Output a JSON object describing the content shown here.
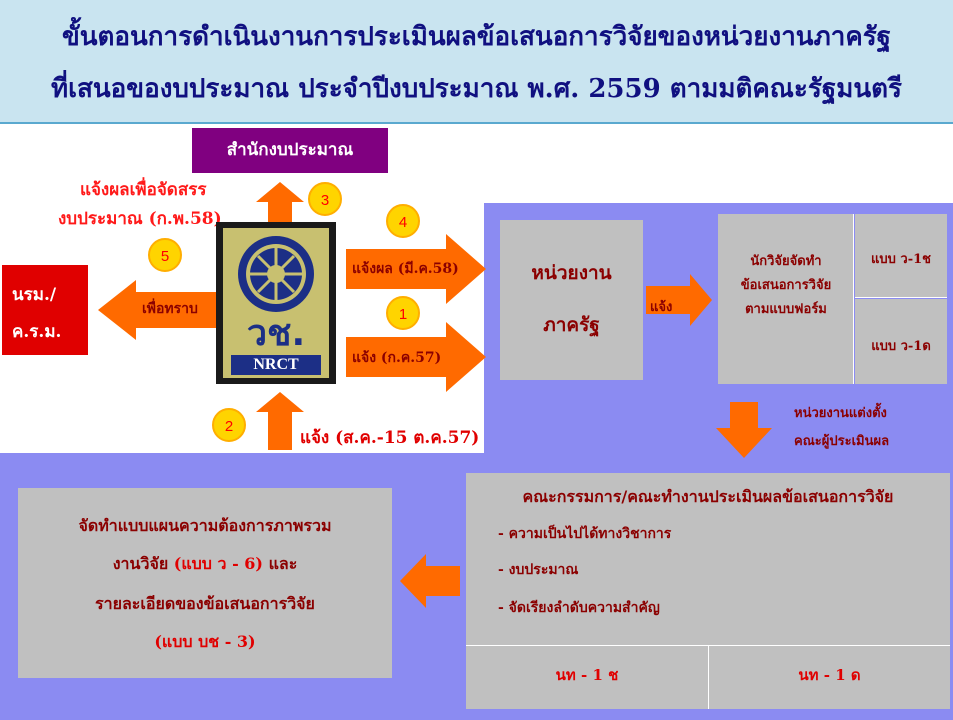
{
  "title": {
    "line1": "ขั้นตอนการดำเนินงานการประเมินผลข้อเสนอการวิจัยของหน่วยงานภาครัฐ",
    "line2": "ที่เสนอของบประมาณ ประจำปีงบประมาณ พ.ศ. 2559 ตามมติคณะรัฐมนตรี"
  },
  "budget_office": "สำนักงบประมาณ",
  "notify_allocate": {
    "line1": "แจ้งผลเพื่อจัดสรร",
    "line2": "งบประมาณ (ก.พ.58)"
  },
  "nrsm": {
    "line1": "นรม./",
    "line2": "ค.ร.ม."
  },
  "for_info": "เพื่อทราบ",
  "logo": {
    "text": "วช.",
    "sub": "NRCT"
  },
  "notify_result": "แจ้งผล (มี.ค.58)",
  "notify_oct": "แจ้ง (ก.ค.57)",
  "notify_aug": "แจ้ง (ส.ค.-15 ต.ค.57)",
  "steps": [
    "1",
    "2",
    "3",
    "4",
    "5"
  ],
  "agency": {
    "line1": "หน่วยงาน",
    "line2": "ภาครัฐ"
  },
  "notify_short": "แจ้ง",
  "researcher": {
    "line1": "นักวิจัยจัดทำ",
    "line2": "ข้อเสนอการวิจัย",
    "line3": "ตามแบบฟอร์ม"
  },
  "form_1ch": "แบบ ว-1ช",
  "form_1d": "แบบ ว-1ด",
  "appoint": {
    "line1": "หน่วยงานแต่งตั้ง",
    "line2": "คณะผู้ประเมินผล"
  },
  "committee": {
    "heading": "คณะกรรมการ/คณะทำงานประเมินผลข้อเสนอการวิจัย",
    "items": [
      "- ความเป็นไปได้ทางวิชาการ",
      "- งบประมาณ",
      "- จัดเรียงลำดับความสำคัญ"
    ],
    "col1": "นท - 1 ช",
    "col2": "นท - 1 ด"
  },
  "plan": {
    "line1": "จัดทำแบบแผนความต้องการภาพรวม",
    "line2a": "งานวิจัย ",
    "line2b": "(แบบ ว - 6)",
    "line2c": " และ",
    "line3": "รายละเอียดของข้อเสนอการวิจัย",
    "line4": "(แบบ บช - 3)"
  },
  "colors": {
    "title": "#101080",
    "blue": "#8b8bf2",
    "grey": "#c0c0c0",
    "purple": "#800080",
    "red": "#e00000",
    "arrow": "#ff6a00",
    "darkred": "#8b0000"
  }
}
